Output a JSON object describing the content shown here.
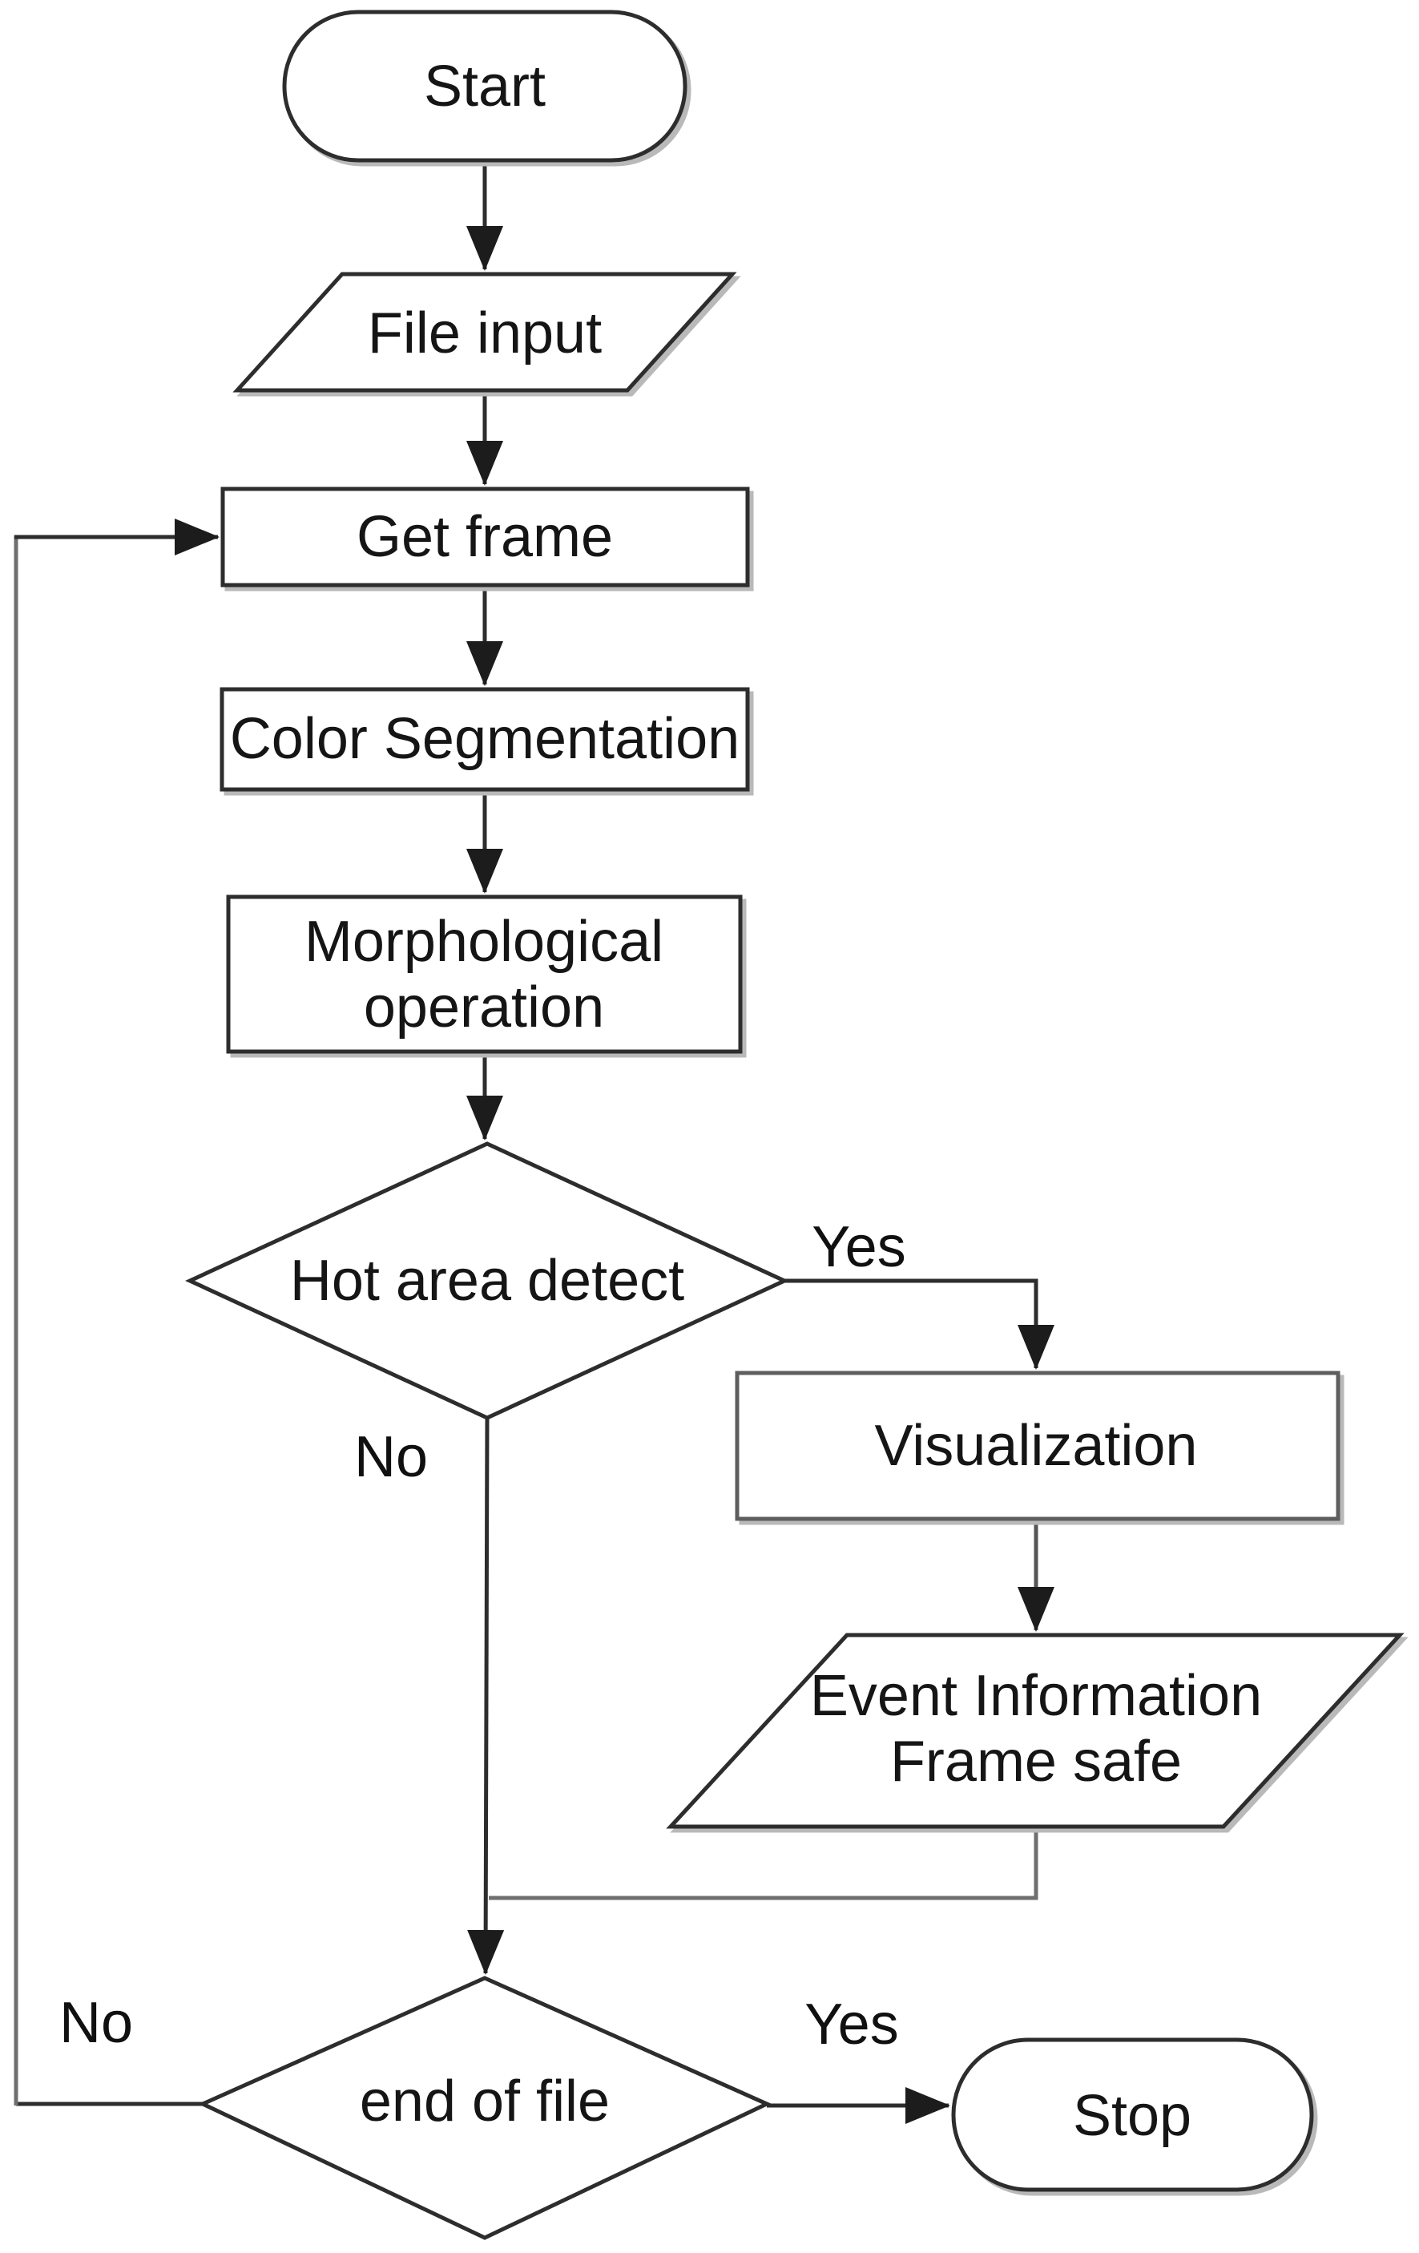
{
  "flowchart": {
    "background_color": "#ffffff",
    "line_color": "#2d2d2d",
    "secondary_line_color": "#6f6f6f",
    "nodes": {
      "start": {
        "type": "terminator",
        "label": "Start"
      },
      "file_input": {
        "type": "input-output",
        "label": "File input"
      },
      "get_frame": {
        "type": "process",
        "label": "Get frame"
      },
      "color_segmentation": {
        "type": "process",
        "label": "Color Segmentation"
      },
      "morphological_operation": {
        "type": "process",
        "line1": "Morphological",
        "line2": "operation"
      },
      "hot_area_detect": {
        "type": "decision",
        "label": "Hot area detect"
      },
      "visualization": {
        "type": "process",
        "label": "Visualization"
      },
      "event_information": {
        "type": "input-output",
        "line1": "Event Information",
        "line2": "Frame safe"
      },
      "end_of_file": {
        "type": "decision",
        "label": "end of file"
      },
      "stop": {
        "type": "terminator",
        "label": "Stop"
      }
    },
    "branch_labels": {
      "hot_area_yes": "Yes",
      "hot_area_no": "No",
      "end_of_file_yes": "Yes",
      "end_of_file_no": "No"
    },
    "edges": [
      {
        "from": "Start",
        "to": "File input"
      },
      {
        "from": "File input",
        "to": "Get frame"
      },
      {
        "from": "Get frame",
        "to": "Color Segmentation"
      },
      {
        "from": "Color Segmentation",
        "to": "Morphological operation"
      },
      {
        "from": "Morphological operation",
        "to": "Hot area detect"
      },
      {
        "from": "Hot area detect",
        "to": "Visualization",
        "label": "Yes"
      },
      {
        "from": "Visualization",
        "to": "Event Information Frame safe"
      },
      {
        "from": "Event Information Frame safe",
        "to": "end of file"
      },
      {
        "from": "Hot area detect",
        "to": "end of file",
        "label": "No"
      },
      {
        "from": "end of file",
        "to": "Stop",
        "label": "Yes"
      },
      {
        "from": "end of file",
        "to": "Get frame",
        "label": "No"
      }
    ]
  }
}
